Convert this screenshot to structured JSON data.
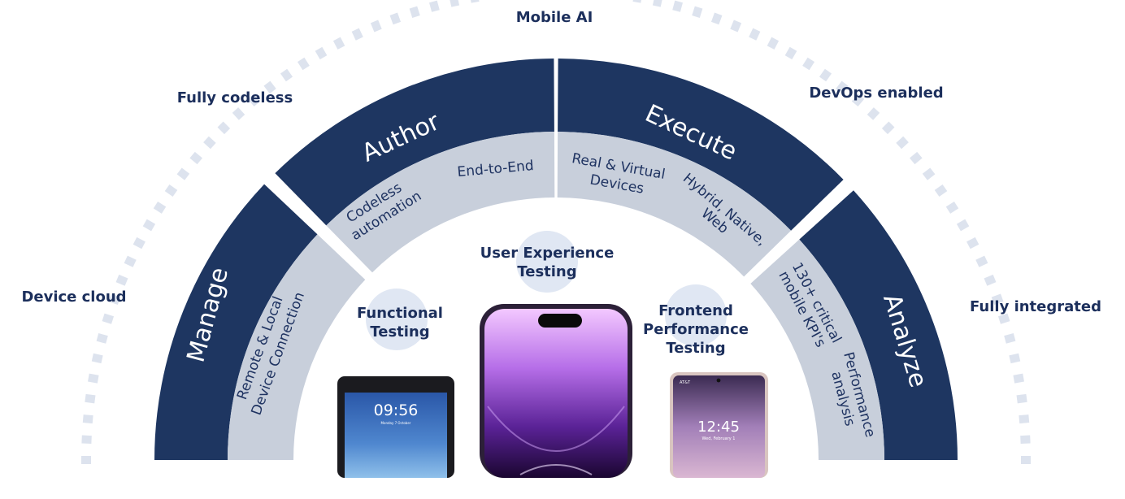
{
  "outer_labels": {
    "top": "Mobile AI",
    "upper_left": "Fully codeless",
    "upper_right": "DevOps enabled",
    "left": "Device cloud",
    "right": "Fully integrated"
  },
  "segments": [
    {
      "title": "Manage",
      "items": [
        "Remote & Local",
        "Device Connection"
      ]
    },
    {
      "title": "Author",
      "items": [
        "Codeless",
        "automation",
        "End-to-End"
      ]
    },
    {
      "title": "Execute",
      "items": [
        "Real & Virtual",
        "Devices",
        "Hybrid, Native,",
        "Web"
      ]
    },
    {
      "title": "Analyze",
      "items": [
        "130+ critical",
        "mobile KPI's",
        "Performance",
        "analysis"
      ]
    }
  ],
  "testing_types": {
    "functional": [
      "Functional",
      "Testing"
    ],
    "user_experience": [
      "User Experience",
      "Testing"
    ],
    "frontend": [
      "Frontend",
      "Performance",
      "Testing"
    ]
  },
  "devices": {
    "tablet": {
      "time": "09:56",
      "date": "Monday 7 October"
    },
    "phone": {
      "carrier": "AT&T",
      "time": "12:45",
      "date": "Wed, February 1"
    }
  },
  "colors": {
    "navy": "#1e3661",
    "band_gray": "#c8cfdb",
    "dots": "#dde3ee",
    "circle": "#e0e7f3",
    "text_navy": "#1c2f5c"
  }
}
